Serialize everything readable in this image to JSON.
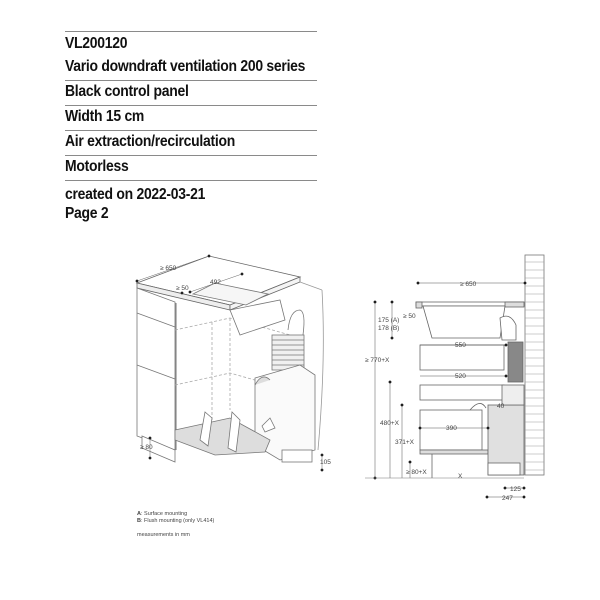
{
  "header": {
    "model": "VL200120",
    "rows": [
      "Vario downdraft ventilation 200 series",
      "Black control panel",
      "Width 15 cm",
      "Air extraction/recirculation",
      "Motorless"
    ],
    "created": "created on 2022-03-21",
    "page": "Page 2"
  },
  "iso_drawing": {
    "dims": {
      "depth": "≥ 650",
      "width": "492",
      "edge": "≥ 50",
      "plinth": "≥ 80",
      "rear": "105"
    }
  },
  "side_drawing": {
    "dims": {
      "depth": "≥ 650",
      "edge": "≥ 50",
      "height_a": "175 (A)",
      "height_b": "178 (B)",
      "total": "≥ 770+X",
      "w550": "550",
      "w520": "520",
      "h480": "480+X",
      "h371": "371+X",
      "w390": "390",
      "gap40": "40",
      "plinth": "≥ 80+X",
      "x": "X",
      "d125": "125",
      "d247": "247"
    }
  },
  "legend": {
    "a_key": "A",
    "a_text": ": Surface mounting",
    "b_key": "B",
    "b_text": ": Flush mounting (only VL414)",
    "units": "measurements in mm"
  }
}
